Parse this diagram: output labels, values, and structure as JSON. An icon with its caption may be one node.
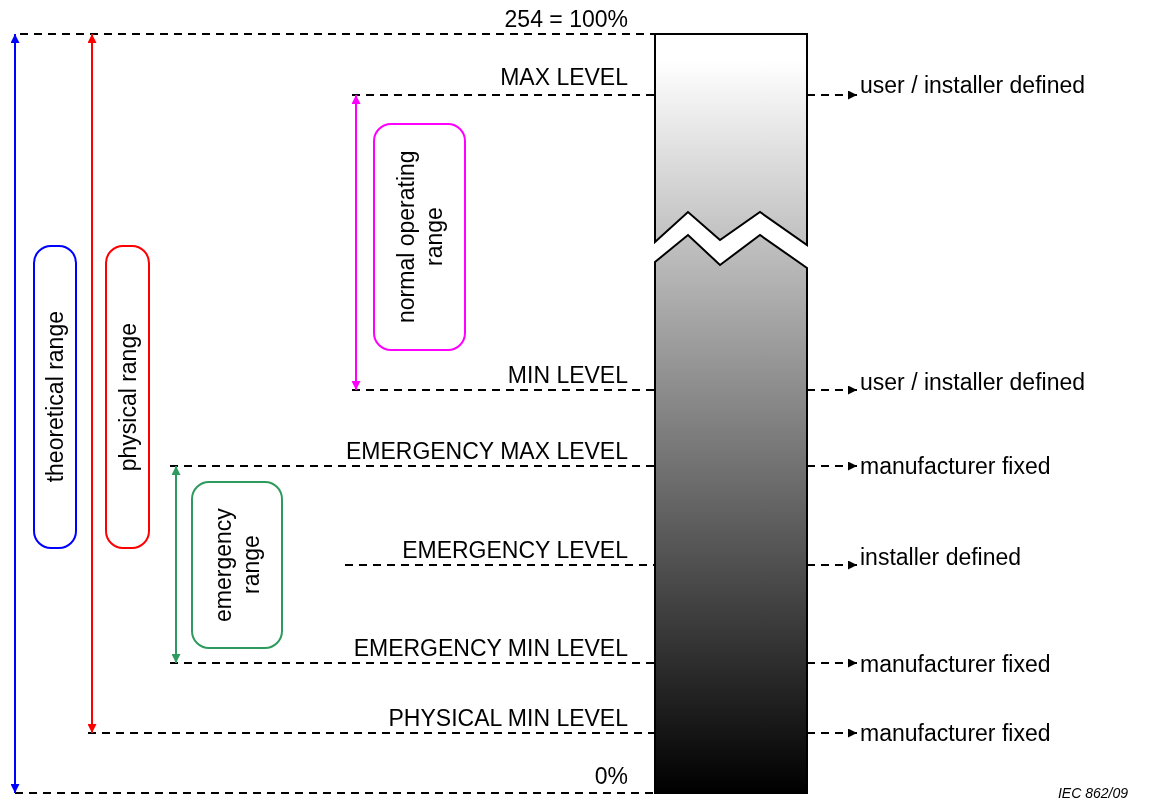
{
  "diagram": {
    "nodes": [
      {
        "text": [
          "theoretical range"
        ]
      },
      {
        "text": [
          "physical range"
        ]
      },
      {
        "text": [
          "emergency range"
        ]
      },
      {
        "text": [
          "normal operating range"
        ]
      }
    ],
    "labels": [
      "254 = 100%",
      "MAX LEVEL",
      "user / installer defined",
      "MIN LEVEL",
      "user / installer defined",
      "EMERGENCY MAX LEVEL",
      "manufacturer fixed",
      "EMERGENCY LEVEL",
      "installer defined",
      "EMERGENCY MIN LEVEL",
      "manufacturer fixed",
      "PHYSICAL MIN LEVEL",
      "manufacturer fixed",
      "0%",
      "IEC 862/09"
    ]
  }
}
